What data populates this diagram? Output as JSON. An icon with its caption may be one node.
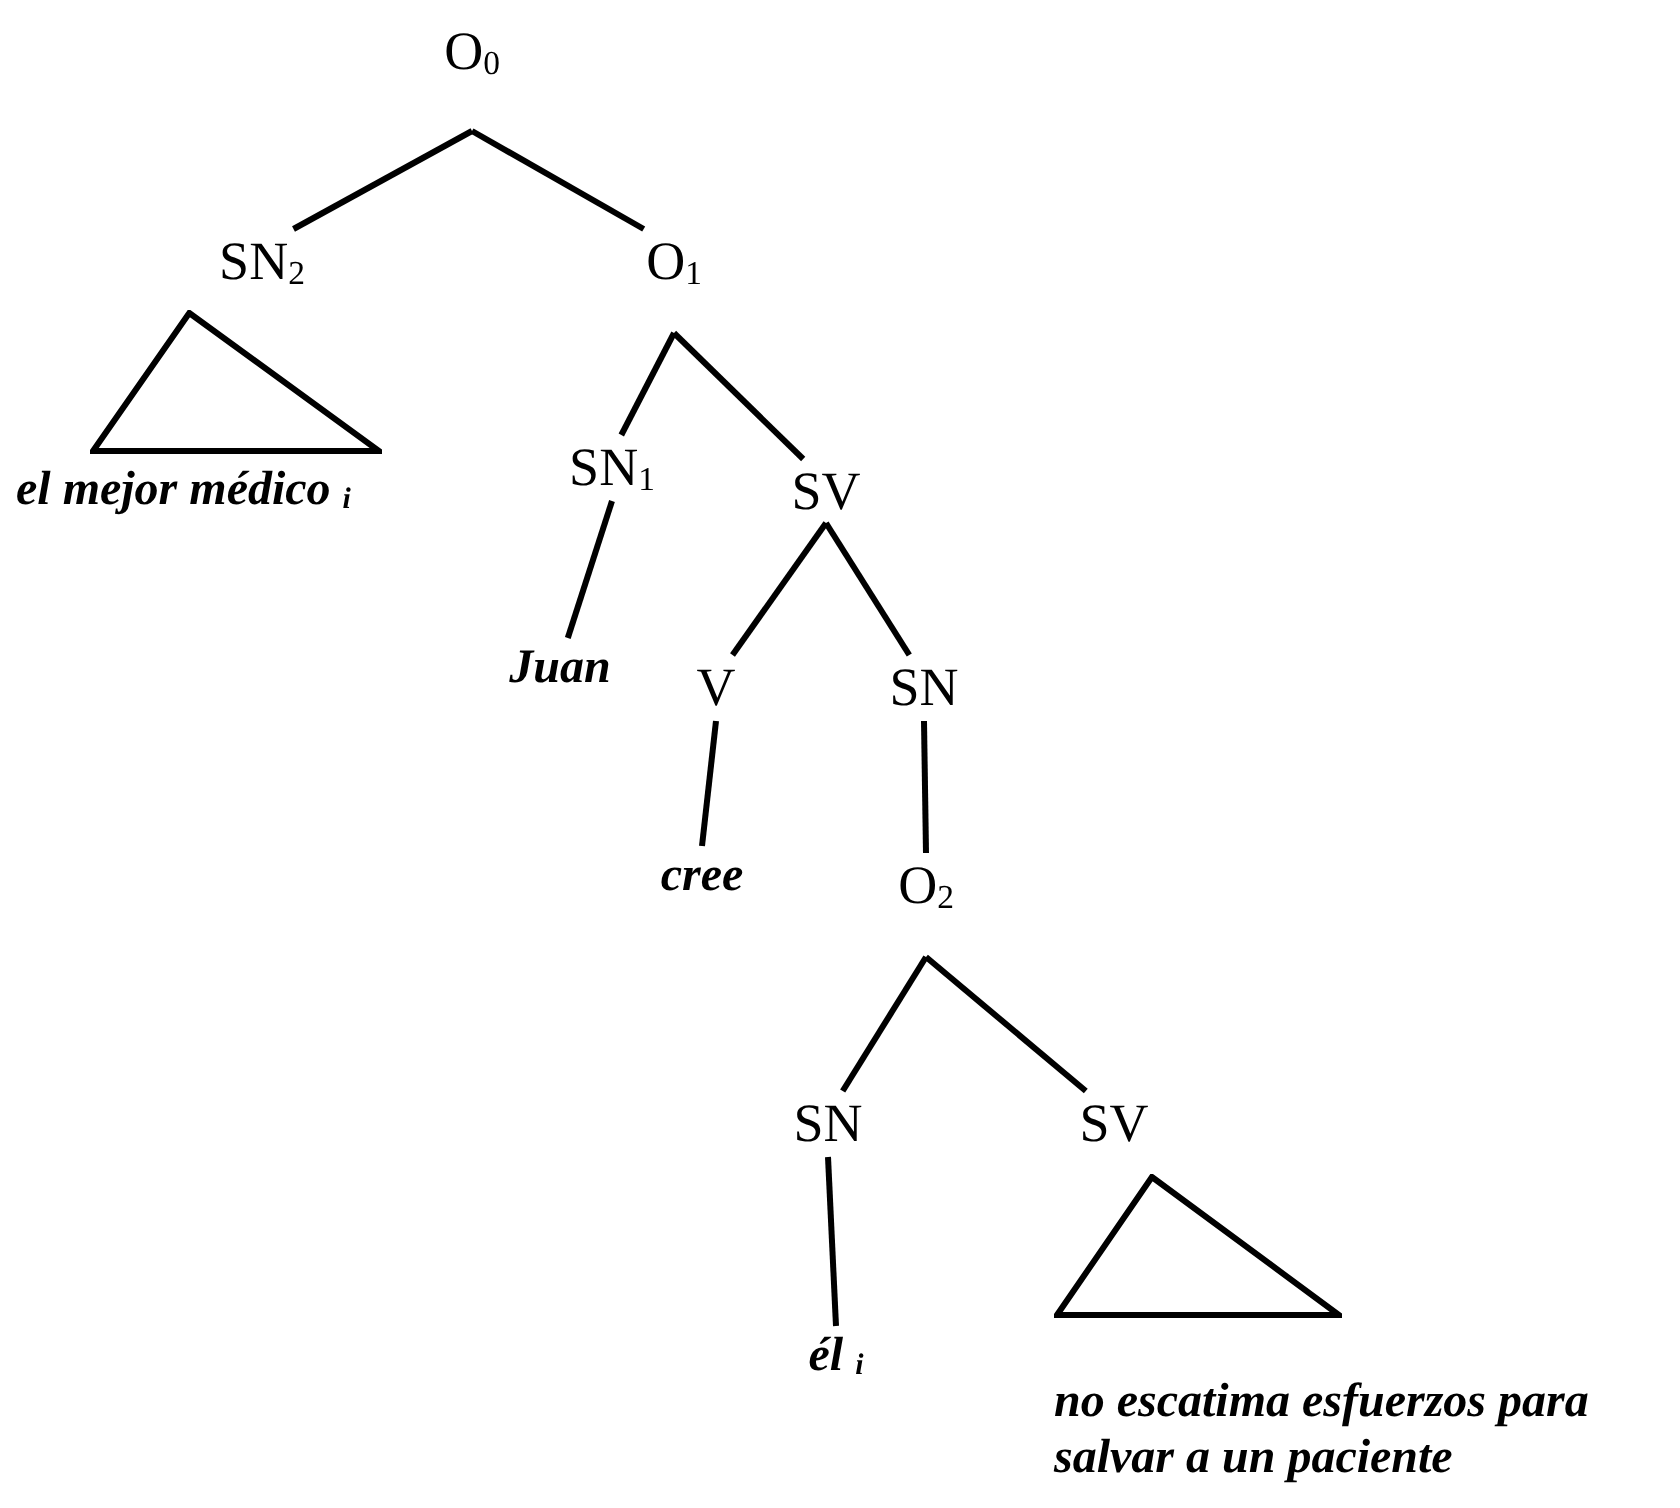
{
  "diagram": {
    "nodes": [
      {
        "text": [
          "O$_{0}$"
        ]
      },
      {
        "text": [
          "SN$_{2}$"
        ]
      },
      {
        "text": [],
        "shape": "triangle",
        "beside": [
          "el mejor médico $_{i}$"
        ]
      },
      {
        "text": [
          "O$_{1}$"
        ]
      },
      {
        "text": [
          "SN$_{1}$"
        ]
      },
      {
        "text": [
          "SV"
        ]
      },
      {
        "text": [
          "Juan"
        ]
      },
      {
        "text": [
          "V"
        ]
      },
      {
        "text": [
          "SN"
        ]
      },
      {
        "text": [
          "cree"
        ]
      },
      {
        "text": [
          "O$_{2}$"
        ]
      },
      {
        "text": [
          "SN"
        ]
      },
      {
        "text": [
          "SV"
        ]
      },
      {
        "text": [
          "él $_{i}$"
        ]
      },
      {
        "text": [],
        "shape": "triangle",
        "beside": [
          "no escatima esfuerzos para salvar a un paciente"
        ]
      }
    ],
    "edges": [
      {
        "from": 0,
        "to": 1,
        "arrow": "none"
      },
      {
        "from": 0,
        "to": 3,
        "arrow": "none"
      },
      {
        "from": 3,
        "to": 4,
        "arrow": "none"
      },
      {
        "from": 3,
        "to": 5,
        "arrow": "none"
      },
      {
        "from": 4,
        "to": 6,
        "arrow": "none"
      },
      {
        "from": 5,
        "to": 7,
        "arrow": "none"
      },
      {
        "from": 5,
        "to": 8,
        "arrow": "none"
      },
      {
        "from": 7,
        "to": 9,
        "arrow": "none"
      },
      {
        "from": 8,
        "to": 10,
        "arrow": "none"
      },
      {
        "from": 10,
        "to": 11,
        "arrow": "none"
      },
      {
        "from": 10,
        "to": 12,
        "arrow": "none"
      },
      {
        "from": 11,
        "to": 13,
        "arrow": "none"
      }
    ]
  }
}
